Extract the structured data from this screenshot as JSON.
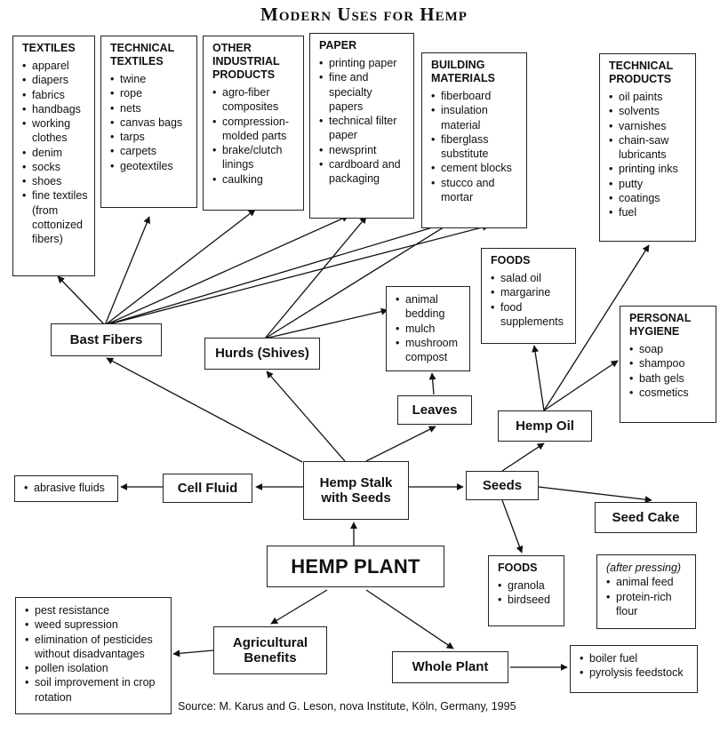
{
  "title": "Modern Uses for Hemp",
  "source": "Source: M. Karus and G. Leson, nova Institute, Köln, Germany, 1995",
  "nodes": {
    "hemp_plant": "HEMP PLANT",
    "hemp_stalk": "Hemp Stalk with Seeds",
    "bast_fibers": "Bast Fibers",
    "hurds": "Hurds (Shives)",
    "leaves": "Leaves",
    "cell_fluid": "Cell Fluid",
    "seeds": "Seeds",
    "hemp_oil": "Hemp Oil",
    "seed_cake": "Seed Cake",
    "agricultural_benefits": "Agricultural Benefits",
    "whole_plant": "Whole Plant"
  },
  "lists": {
    "textiles": {
      "header": "Textiles",
      "items": [
        "apparel",
        "diapers",
        "fabrics",
        "handbags",
        "working clothes",
        "denim",
        "socks",
        "shoes",
        "fine textiles (from cottonized fibers)"
      ]
    },
    "technical_textiles": {
      "header": "Technical Textiles",
      "items": [
        "twine",
        "rope",
        "nets",
        "canvas bags",
        "tarps",
        "carpets",
        "geotextiles"
      ]
    },
    "other_industrial": {
      "header": "Other Industrial Products",
      "items": [
        "agro-fiber composites",
        "compression-molded parts",
        "brake/clutch linings",
        "caulking"
      ]
    },
    "paper": {
      "header": "Paper",
      "items": [
        "printing paper",
        "fine and specialty papers",
        "technical filter paper",
        "newsprint",
        "cardboard and packaging"
      ]
    },
    "building": {
      "header": "Building Materials",
      "items": [
        "fiberboard",
        "insulation material",
        "fiberglass substitute",
        "cement blocks",
        "stucco and mortar"
      ]
    },
    "technical_products": {
      "header": "Technical Products",
      "items": [
        "oil paints",
        "solvents",
        "varnishes",
        "chain-saw lubricants",
        "printing inks",
        "putty",
        "coatings",
        "fuel"
      ]
    },
    "leaf_uses": {
      "items": [
        "animal bedding",
        "mulch",
        "mushroom compost"
      ]
    },
    "oil_foods": {
      "header": "Foods",
      "items": [
        "salad oil",
        "margarine",
        "food supplements"
      ]
    },
    "personal_hygiene": {
      "header": "Personal Hygiene",
      "items": [
        "soap",
        "shampoo",
        "bath gels",
        "cosmetics"
      ]
    },
    "cell_fluid_uses": {
      "items": [
        "abrasive fluids"
      ]
    },
    "seed_foods": {
      "header": "Foods",
      "items": [
        "granola",
        "birdseed"
      ]
    },
    "seed_cake_uses": {
      "note": "(after pressing)",
      "items": [
        "animal feed",
        "protein-rich flour"
      ]
    },
    "agri_list": {
      "items": [
        "pest resistance",
        "weed supression",
        "elimination of pesticides without disadvantages",
        "pollen isolation",
        "soil improvement in crop rotation"
      ]
    },
    "whole_plant_uses": {
      "items": [
        "boiler fuel",
        "pyrolysis feedstock"
      ]
    }
  }
}
